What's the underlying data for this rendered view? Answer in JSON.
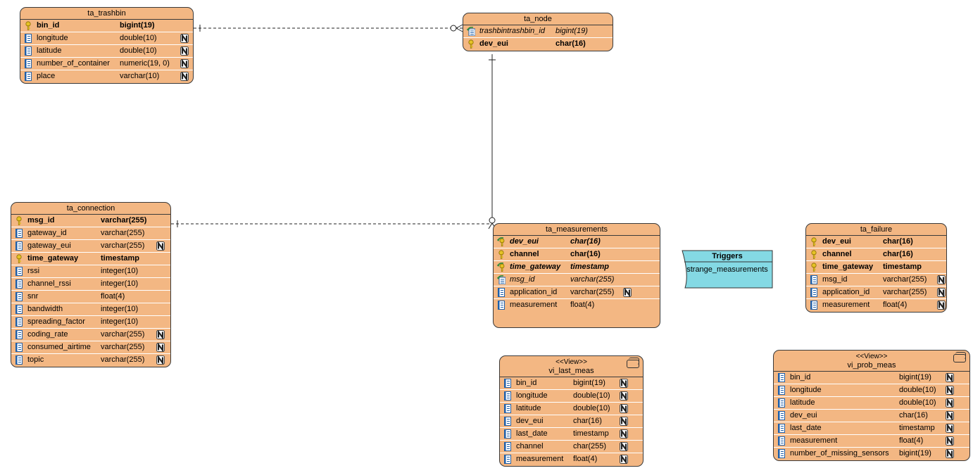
{
  "colors": {
    "entity_fill": "#f3b783",
    "trigger_fill": "#84d9e4",
    "key": "#e5c226",
    "fk_arrow": "#2f8a3a",
    "column_icon": "#1f5fa8"
  },
  "ta_trashbin": {
    "title": "ta_trashbin",
    "columns": [
      {
        "icon": "key-icon",
        "name": "bin_id",
        "type": "bigint(19)",
        "nullable": false,
        "style": "bold"
      },
      {
        "icon": "column-icon",
        "name": "longitude",
        "type": "double(10)",
        "nullable": true,
        "style": "normal"
      },
      {
        "icon": "column-icon",
        "name": "latitude",
        "type": "double(10)",
        "nullable": true,
        "style": "normal"
      },
      {
        "icon": "column-icon",
        "name": "number_of_container",
        "type": "numeric(19, 0)",
        "nullable": true,
        "style": "normal"
      },
      {
        "icon": "column-icon",
        "name": "place",
        "type": "varchar(10)",
        "nullable": true,
        "style": "normal"
      }
    ]
  },
  "ta_node": {
    "title": "ta_node",
    "columns": [
      {
        "icon": "foreign-key-icon",
        "name": "trashbintrashbin_id",
        "type": "bigint(19)",
        "nullable": false,
        "style": "italic"
      },
      {
        "icon": "key-icon",
        "name": "dev_eui",
        "type": "char(16)",
        "nullable": false,
        "style": "bold"
      }
    ]
  },
  "ta_connection": {
    "title": "ta_connection",
    "columns": [
      {
        "icon": "key-icon",
        "name": "msg_id",
        "type": "varchar(255)",
        "nullable": false,
        "style": "bold"
      },
      {
        "icon": "column-icon",
        "name": "gateway_id",
        "type": "varchar(255)",
        "nullable": false,
        "style": "normal"
      },
      {
        "icon": "column-icon",
        "name": "gateway_eui",
        "type": "varchar(255)",
        "nullable": true,
        "style": "normal"
      },
      {
        "icon": "key-icon",
        "name": "time_gateway",
        "type": "timestamp",
        "nullable": false,
        "style": "bold"
      },
      {
        "icon": "column-icon",
        "name": "rssi",
        "type": "integer(10)",
        "nullable": false,
        "style": "normal"
      },
      {
        "icon": "column-icon",
        "name": "channel_rssi",
        "type": "integer(10)",
        "nullable": false,
        "style": "normal"
      },
      {
        "icon": "column-icon",
        "name": "snr",
        "type": "float(4)",
        "nullable": false,
        "style": "normal"
      },
      {
        "icon": "column-icon",
        "name": "bandwidth",
        "type": "integer(10)",
        "nullable": false,
        "style": "normal"
      },
      {
        "icon": "column-icon",
        "name": "spreading_factor",
        "type": "integer(10)",
        "nullable": false,
        "style": "normal"
      },
      {
        "icon": "column-icon",
        "name": "coding_rate",
        "type": "varchar(255)",
        "nullable": true,
        "style": "normal"
      },
      {
        "icon": "column-icon",
        "name": "consumed_airtime",
        "type": "varchar(255)",
        "nullable": true,
        "style": "normal"
      },
      {
        "icon": "column-icon",
        "name": "topic",
        "type": "varchar(255)",
        "nullable": true,
        "style": "normal"
      }
    ]
  },
  "ta_measurements": {
    "title": "ta_measurements",
    "columns": [
      {
        "icon": "foreign-key-primary-icon",
        "name": "dev_eui",
        "type": "char(16)",
        "nullable": false,
        "style": "bold-italic"
      },
      {
        "icon": "key-icon",
        "name": "channel",
        "type": "char(16)",
        "nullable": false,
        "style": "bold"
      },
      {
        "icon": "foreign-key-primary-icon",
        "name": "time_gateway",
        "type": "timestamp",
        "nullable": false,
        "style": "bold-italic"
      },
      {
        "icon": "foreign-key-icon",
        "name": "msg_id",
        "type": "varchar(255)",
        "nullable": false,
        "style": "italic"
      },
      {
        "icon": "column-icon",
        "name": "application_id",
        "type": "varchar(255)",
        "nullable": true,
        "style": "normal"
      },
      {
        "icon": "column-icon",
        "name": "measurement",
        "type": "float(4)",
        "nullable": false,
        "style": "normal"
      }
    ]
  },
  "ta_failure": {
    "title": "ta_failure",
    "columns": [
      {
        "icon": "key-icon",
        "name": "dev_eui",
        "type": "char(16)",
        "nullable": false,
        "style": "bold"
      },
      {
        "icon": "key-icon",
        "name": "channel",
        "type": "char(16)",
        "nullable": false,
        "style": "bold"
      },
      {
        "icon": "key-icon",
        "name": "time_gateway",
        "type": "timestamp",
        "nullable": false,
        "style": "bold"
      },
      {
        "icon": "column-icon",
        "name": "msg_id",
        "type": "varchar(255)",
        "nullable": true,
        "style": "normal"
      },
      {
        "icon": "column-icon",
        "name": "application_id",
        "type": "varchar(255)",
        "nullable": true,
        "style": "normal"
      },
      {
        "icon": "column-icon",
        "name": "measurement",
        "type": "float(4)",
        "nullable": true,
        "style": "normal"
      }
    ]
  },
  "vi_last_meas": {
    "stereotype": "<<View>>",
    "title": "vi_last_meas",
    "columns": [
      {
        "icon": "column-icon",
        "name": "bin_id",
        "type": "bigint(19)",
        "nullable": true,
        "style": "normal"
      },
      {
        "icon": "column-icon",
        "name": "longitude",
        "type": "double(10)",
        "nullable": true,
        "style": "normal"
      },
      {
        "icon": "column-icon",
        "name": "latitude",
        "type": "double(10)",
        "nullable": true,
        "style": "normal"
      },
      {
        "icon": "column-icon",
        "name": "dev_eui",
        "type": "char(16)",
        "nullable": true,
        "style": "normal"
      },
      {
        "icon": "column-icon",
        "name": "last_date",
        "type": "timestamp",
        "nullable": true,
        "style": "normal"
      },
      {
        "icon": "column-icon",
        "name": "channel",
        "type": "char(255)",
        "nullable": true,
        "style": "normal"
      },
      {
        "icon": "column-icon",
        "name": "measurement",
        "type": "float(4)",
        "nullable": true,
        "style": "normal"
      }
    ]
  },
  "vi_prob_meas": {
    "stereotype": "<<View>>",
    "title": "vi_prob_meas",
    "columns": [
      {
        "icon": "column-icon",
        "name": "bin_id",
        "type": "bigint(19)",
        "nullable": true,
        "style": "normal"
      },
      {
        "icon": "column-icon",
        "name": "longitude",
        "type": "double(10)",
        "nullable": true,
        "style": "normal"
      },
      {
        "icon": "column-icon",
        "name": "latitude",
        "type": "double(10)",
        "nullable": true,
        "style": "normal"
      },
      {
        "icon": "column-icon",
        "name": "dev_eui",
        "type": "char(16)",
        "nullable": true,
        "style": "normal"
      },
      {
        "icon": "column-icon",
        "name": "last_date",
        "type": "timestamp",
        "nullable": true,
        "style": "normal"
      },
      {
        "icon": "column-icon",
        "name": "measurement",
        "type": "float(4)",
        "nullable": true,
        "style": "normal"
      },
      {
        "icon": "column-icon",
        "name": "number_of_missing_sensors",
        "type": "bigint(19)",
        "nullable": true,
        "style": "normal"
      }
    ]
  },
  "triggers": {
    "title": "Triggers",
    "items": [
      "strange_measurements"
    ]
  }
}
